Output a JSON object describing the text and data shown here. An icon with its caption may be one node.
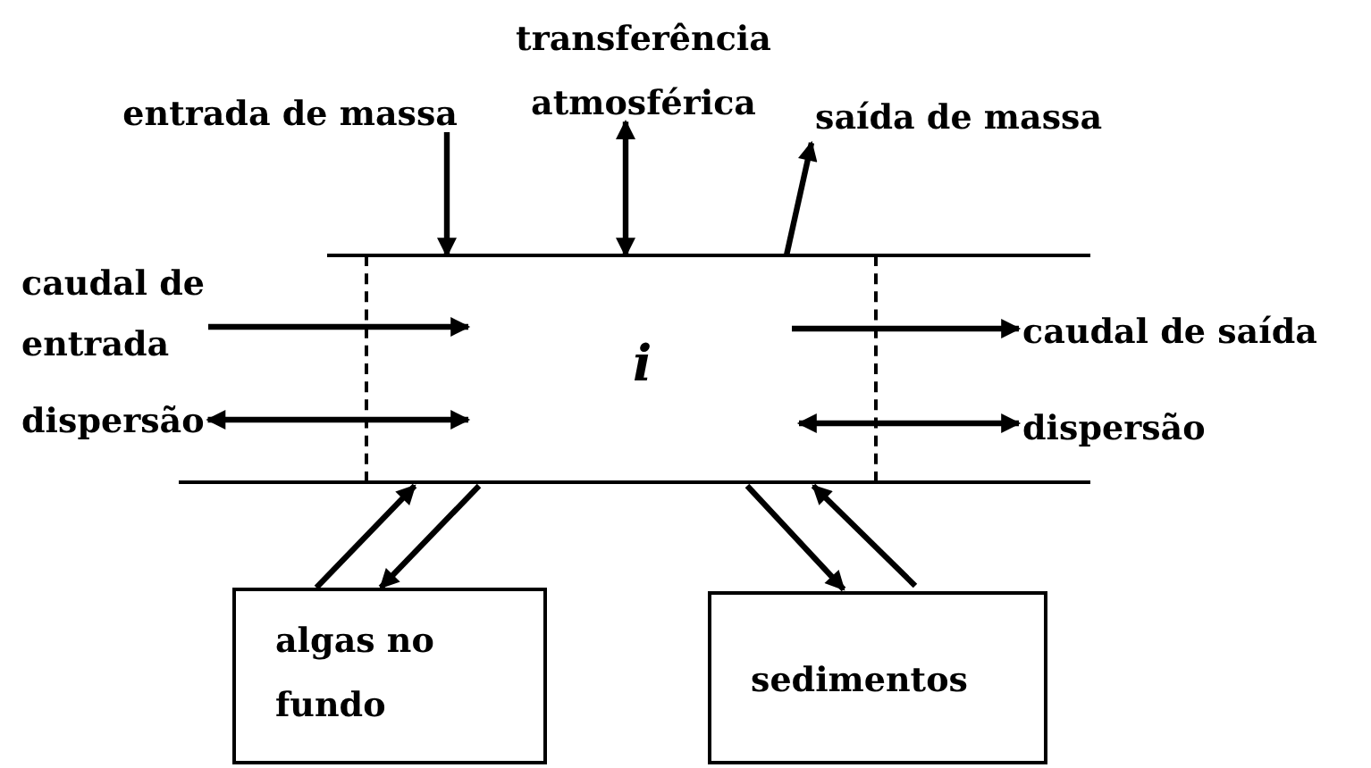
{
  "diagram": {
    "nodes": [
      {
        "text": [
          "i"
        ]
      },
      {
        "text": [
          "entrada de massa"
        ]
      },
      {
        "text": [
          "transferência atmosférica"
        ]
      },
      {
        "text": [
          "saída de massa"
        ]
      },
      {
        "text": [
          "caudal de entrada"
        ]
      },
      {
        "text": [
          "dispersão"
        ]
      },
      {
        "text": [
          "caudal de saída"
        ]
      },
      {
        "text": [
          "dispersão"
        ]
      },
      {
        "text": [
          "algas no fundo"
        ]
      },
      {
        "text": [
          "sedimentos"
        ]
      }
    ],
    "edges": [
      {
        "from": 1,
        "to": 0,
        "arrow": "to"
      },
      {
        "from": 2,
        "to": 0,
        "arrow": "both"
      },
      {
        "from": 0,
        "to": 3,
        "arrow": "to"
      },
      {
        "from": 4,
        "to": 0,
        "arrow": "to"
      },
      {
        "from": 5,
        "to": 0,
        "arrow": "both"
      },
      {
        "from": 0,
        "to": 6,
        "arrow": "to"
      },
      {
        "from": 0,
        "to": 7,
        "arrow": "both"
      },
      {
        "from": 8,
        "to": 0,
        "arrow": "to"
      },
      {
        "from": 0,
        "to": 8,
        "arrow": "to"
      },
      {
        "from": 0,
        "to": 9,
        "arrow": "to"
      },
      {
        "from": 9,
        "to": 0,
        "arrow": "to"
      }
    ]
  }
}
